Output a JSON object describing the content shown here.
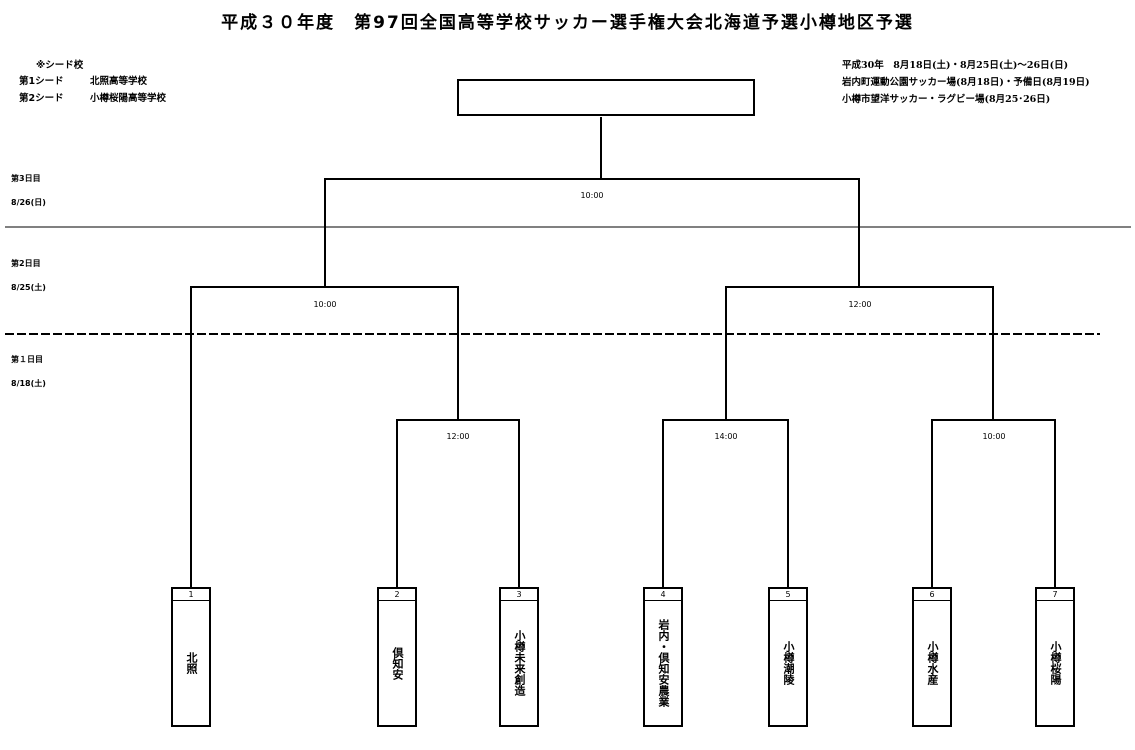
{
  "title": "平成３０年度　第97回全国高等学校サッカー選手権大会北海道予選小樽地区予選",
  "seeds": {
    "heading": "※シード校",
    "rows": [
      {
        "label": "第1シード",
        "school": "北照高等学校"
      },
      {
        "label": "第2シード",
        "school": "小樽桜陽高等学校"
      }
    ]
  },
  "info": {
    "line1": "平成30年　8月18日(土)・8月25日(土)～26日(日)",
    "line2": "岩内町運動公園サッカー場(8月18日)・予備日(8月19日)",
    "line3": "小樽市望洋サッカー・ラグビー場(8月25･26日)"
  },
  "days": {
    "day3": {
      "label": "第3日目",
      "date": "8/26(日)"
    },
    "day2": {
      "label": "第2日目",
      "date": "8/25(土)"
    },
    "day1": {
      "label": "第１日目",
      "date": "8/18(土)"
    }
  },
  "times": {
    "final": "10:00",
    "semi_left": "10:00",
    "semi_right": "12:00",
    "r1_a": "12:00",
    "r1_b": "14:00",
    "r1_c": "10:00"
  },
  "teams": [
    {
      "num": "1",
      "name": "北照"
    },
    {
      "num": "2",
      "name": "倶知安"
    },
    {
      "num": "3",
      "name": "小樽未来創造"
    },
    {
      "num": "4",
      "name": "岩内・倶知安農業"
    },
    {
      "num": "5",
      "name": "小樽潮陵"
    },
    {
      "num": "6",
      "name": "小樽水産"
    },
    {
      "num": "7",
      "name": "小樽桜陽"
    }
  ]
}
